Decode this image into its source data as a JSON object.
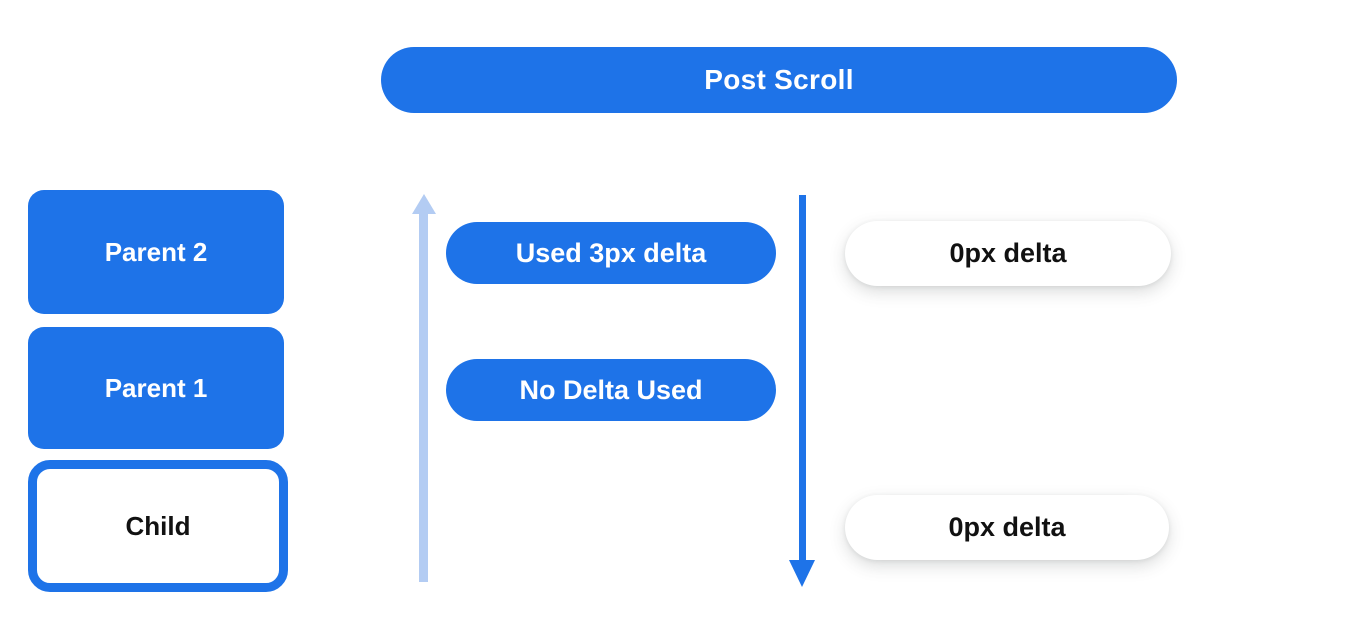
{
  "header": {
    "title": "Post Scroll"
  },
  "colors": {
    "primary": "#1e73e8",
    "light_arrow": "#b3ccf3",
    "text_dark": "#111111",
    "badge_white": "#ffffff"
  },
  "nodes": [
    {
      "label": "Parent 2",
      "variant": "filled"
    },
    {
      "label": "Parent 1",
      "variant": "filled"
    },
    {
      "label": "Child",
      "variant": "outlined"
    }
  ],
  "center_badges": [
    {
      "label": "Used 3px delta"
    },
    {
      "label": "No Delta Used"
    }
  ],
  "right_badges": [
    {
      "label": "0px delta"
    },
    {
      "label": "0px delta"
    }
  ],
  "arrows": [
    {
      "name": "scroll-chain-up-arrow",
      "direction": "up",
      "color": "#b3ccf3"
    },
    {
      "name": "scroll-input-down-arrow",
      "direction": "down",
      "color": "#1e73e8"
    }
  ]
}
